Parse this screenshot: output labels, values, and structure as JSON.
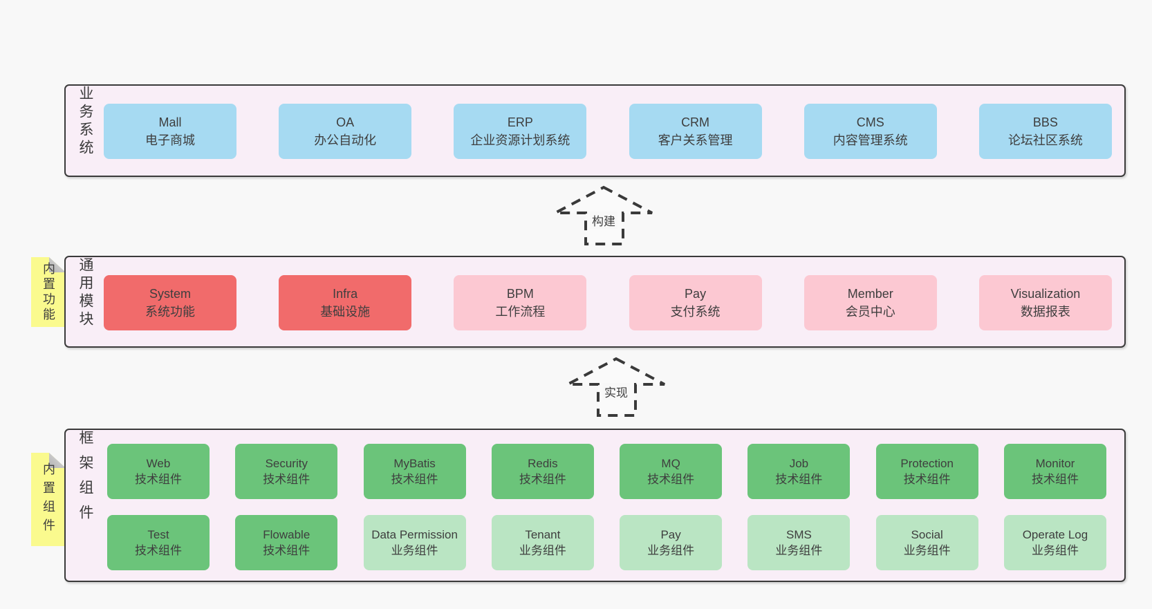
{
  "colors": {
    "page_bg": "#f8f8f8",
    "band_bg": "#f9eef7",
    "band_border": "#3a3a3a",
    "box_blue": "#a6daf2",
    "box_red": "#f16b6b",
    "box_pink": "#fcc8d2",
    "box_green": "#6bc47a",
    "box_green_light": "#bae5c3",
    "sticky_yellow": "#fafa8e",
    "sticky_fold_gray": "#c9c9c9",
    "text": "#3e3e3e"
  },
  "arrows": [
    {
      "label": "构建"
    },
    {
      "label": "实现"
    }
  ],
  "bands": [
    {
      "id": "business-systems",
      "label": "业务系统",
      "boxes": [
        {
          "title": "Mall",
          "subtitle": "电子商城",
          "variant": "blue"
        },
        {
          "title": "OA",
          "subtitle": "办公自动化",
          "variant": "blue"
        },
        {
          "title": "ERP",
          "subtitle": "企业资源计划系统",
          "variant": "blue"
        },
        {
          "title": "CRM",
          "subtitle": "客户关系管理",
          "variant": "blue"
        },
        {
          "title": "CMS",
          "subtitle": "内容管理系统",
          "variant": "blue"
        },
        {
          "title": "BBS",
          "subtitle": "论坛社区系统",
          "variant": "blue"
        }
      ]
    },
    {
      "id": "common-modules",
      "label": "通用模块",
      "sticky": "内置功能",
      "boxes": [
        {
          "title": "System",
          "subtitle": "系统功能",
          "variant": "red"
        },
        {
          "title": "Infra",
          "subtitle": "基础设施",
          "variant": "red"
        },
        {
          "title": "BPM",
          "subtitle": "工作流程",
          "variant": "pink"
        },
        {
          "title": "Pay",
          "subtitle": "支付系统",
          "variant": "pink"
        },
        {
          "title": "Member",
          "subtitle": "会员中心",
          "variant": "pink"
        },
        {
          "title": "Visualization",
          "subtitle": "数据报表",
          "variant": "pink"
        }
      ]
    },
    {
      "id": "framework-components",
      "label": "框架组件",
      "sticky": "内置组件",
      "rows": [
        {
          "boxes": [
            {
              "title": "Web",
              "subtitle": "技术组件",
              "variant": "green"
            },
            {
              "title": "Security",
              "subtitle": "技术组件",
              "variant": "green"
            },
            {
              "title": "MyBatis",
              "subtitle": "技术组件",
              "variant": "green"
            },
            {
              "title": "Redis",
              "subtitle": "技术组件",
              "variant": "green"
            },
            {
              "title": "MQ",
              "subtitle": "技术组件",
              "variant": "green"
            },
            {
              "title": "Job",
              "subtitle": "技术组件",
              "variant": "green"
            },
            {
              "title": "Protection",
              "subtitle": "技术组件",
              "variant": "green"
            },
            {
              "title": "Monitor",
              "subtitle": "技术组件",
              "variant": "green"
            }
          ]
        },
        {
          "boxes": [
            {
              "title": "Test",
              "subtitle": "技术组件",
              "variant": "green"
            },
            {
              "title": "Flowable",
              "subtitle": "技术组件",
              "variant": "green"
            },
            {
              "title": "Data Permission",
              "subtitle": "业务组件",
              "variant": "green-light"
            },
            {
              "title": "Tenant",
              "subtitle": "业务组件",
              "variant": "green-light"
            },
            {
              "title": "Pay",
              "subtitle": "业务组件",
              "variant": "green-light"
            },
            {
              "title": "SMS",
              "subtitle": "业务组件",
              "variant": "green-light"
            },
            {
              "title": "Social",
              "subtitle": "业务组件",
              "variant": "green-light"
            },
            {
              "title": "Operate Log",
              "subtitle": "业务组件",
              "variant": "green-light"
            }
          ]
        }
      ]
    }
  ]
}
